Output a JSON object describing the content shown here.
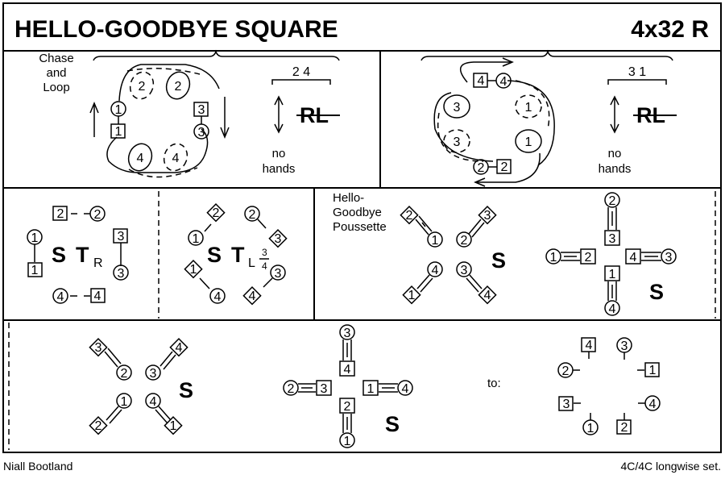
{
  "title": "HELLO-GOODBYE SQUARE",
  "format": "4x32 R",
  "author": "Niall Bootland",
  "set": "4C/4C longwise set.",
  "panel1": {
    "label_lines": [
      "Chase",
      "and",
      "Loop"
    ],
    "bars": "2 4",
    "rl": "RL",
    "nohands": [
      "no",
      "hands"
    ]
  },
  "panel2": {
    "bars": "3 1",
    "rl": "RL",
    "nohands": [
      "no",
      "hands"
    ]
  },
  "panel3": {
    "s": "S",
    "t": "T",
    "sub": "R"
  },
  "panel4": {
    "s": "S",
    "t": "T",
    "sub_l": "L",
    "frac_num": "3",
    "frac_den": "4"
  },
  "panel5": {
    "label_lines": [
      "Hello-",
      "Goodbye",
      "Poussette"
    ],
    "s": "S"
  },
  "panel6": {
    "s": "S"
  },
  "panel7": {
    "s": "S"
  },
  "panel8": {
    "s": "S"
  },
  "panel9": {
    "to": "to:"
  }
}
